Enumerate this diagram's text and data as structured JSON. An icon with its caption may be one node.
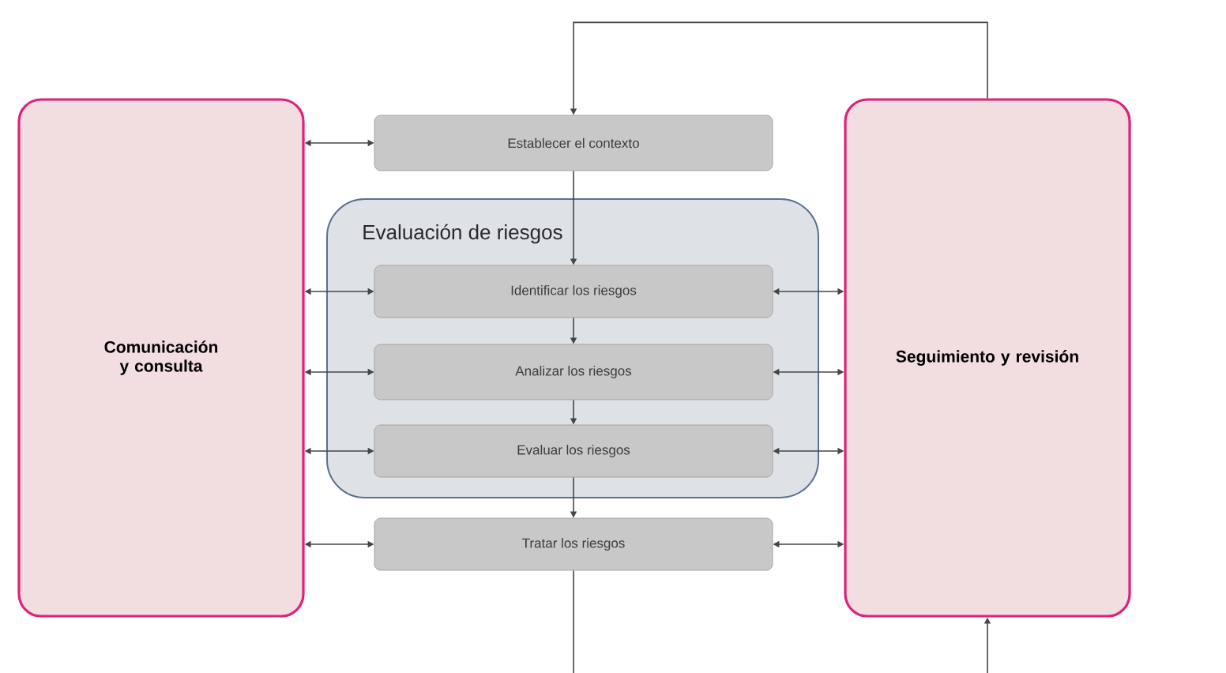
{
  "diagram": {
    "nodes": [
      {
        "text": [
          "Comunicación y consulta"
        ]
      },
      {
        "text": [
          "Establecer el contexto"
        ]
      },
      {
        "text": [
          "Evaluación de riesgos"
        ]
      },
      {
        "text": [
          "Identificar los riesgos"
        ],
        "in": 2
      },
      {
        "text": [
          "Analizar los riesgos"
        ],
        "in": 2
      },
      {
        "text": [
          "Evaluar los riesgos"
        ],
        "in": 2
      },
      {
        "text": [
          "Tratar los riesgos"
        ]
      },
      {
        "text": [
          "Seguimiento y revisión"
        ]
      }
    ],
    "edges": [
      {
        "from": 0,
        "to": 1,
        "arrow": "both"
      },
      {
        "from": 0,
        "to": 3,
        "arrow": "both"
      },
      {
        "from": 0,
        "to": 4,
        "arrow": "both"
      },
      {
        "from": 0,
        "to": 5,
        "arrow": "both"
      },
      {
        "from": 0,
        "to": 6,
        "arrow": "both"
      },
      {
        "from": 3,
        "to": 7,
        "arrow": "both"
      },
      {
        "from": 4,
        "to": 7,
        "arrow": "both"
      },
      {
        "from": 5,
        "to": 7,
        "arrow": "both"
      },
      {
        "from": 6,
        "to": 7,
        "arrow": "both"
      },
      {
        "from": 7,
        "to": 1,
        "arrow": "to"
      },
      {
        "from": 1,
        "to": 3,
        "arrow": "to"
      },
      {
        "from": 3,
        "to": 4,
        "arrow": "to"
      },
      {
        "from": 4,
        "to": 5,
        "arrow": "to"
      },
      {
        "from": 5,
        "to": 6,
        "arrow": "to"
      },
      {
        "from": 6,
        "to": null,
        "arrow": "none"
      },
      {
        "from": null,
        "to": 7,
        "arrow": "to"
      }
    ]
  }
}
